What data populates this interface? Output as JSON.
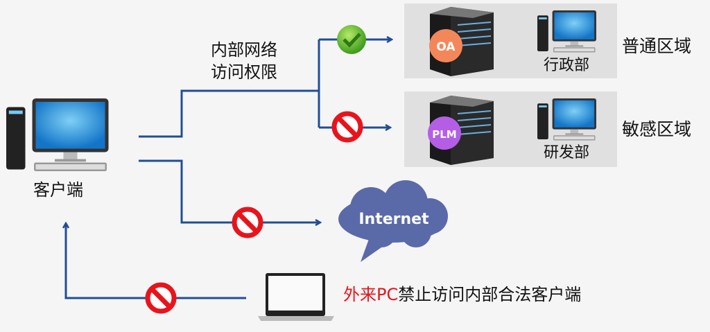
{
  "client": {
    "label": "客户端"
  },
  "access_label": {
    "line1": "内部网络",
    "line2": "访问权限"
  },
  "zones": [
    {
      "name": "普通区域",
      "server_badge": "OA",
      "badge_color": "#f4875a",
      "department": "行政部"
    },
    {
      "name": "敏感区域",
      "server_badge": "PLM",
      "badge_color": "#b45ee6",
      "department": "研发部"
    }
  ],
  "internet": {
    "label": "Internet",
    "color": "#5a6aa8"
  },
  "external_pc": {
    "label_red": "外来PC",
    "label_rest": "禁止访问内部合法客户端"
  },
  "colors": {
    "line": "#1f4e96",
    "deny": "#e8141c",
    "allow": "#5cb82a",
    "zone_bg": "#e0e0e0"
  }
}
